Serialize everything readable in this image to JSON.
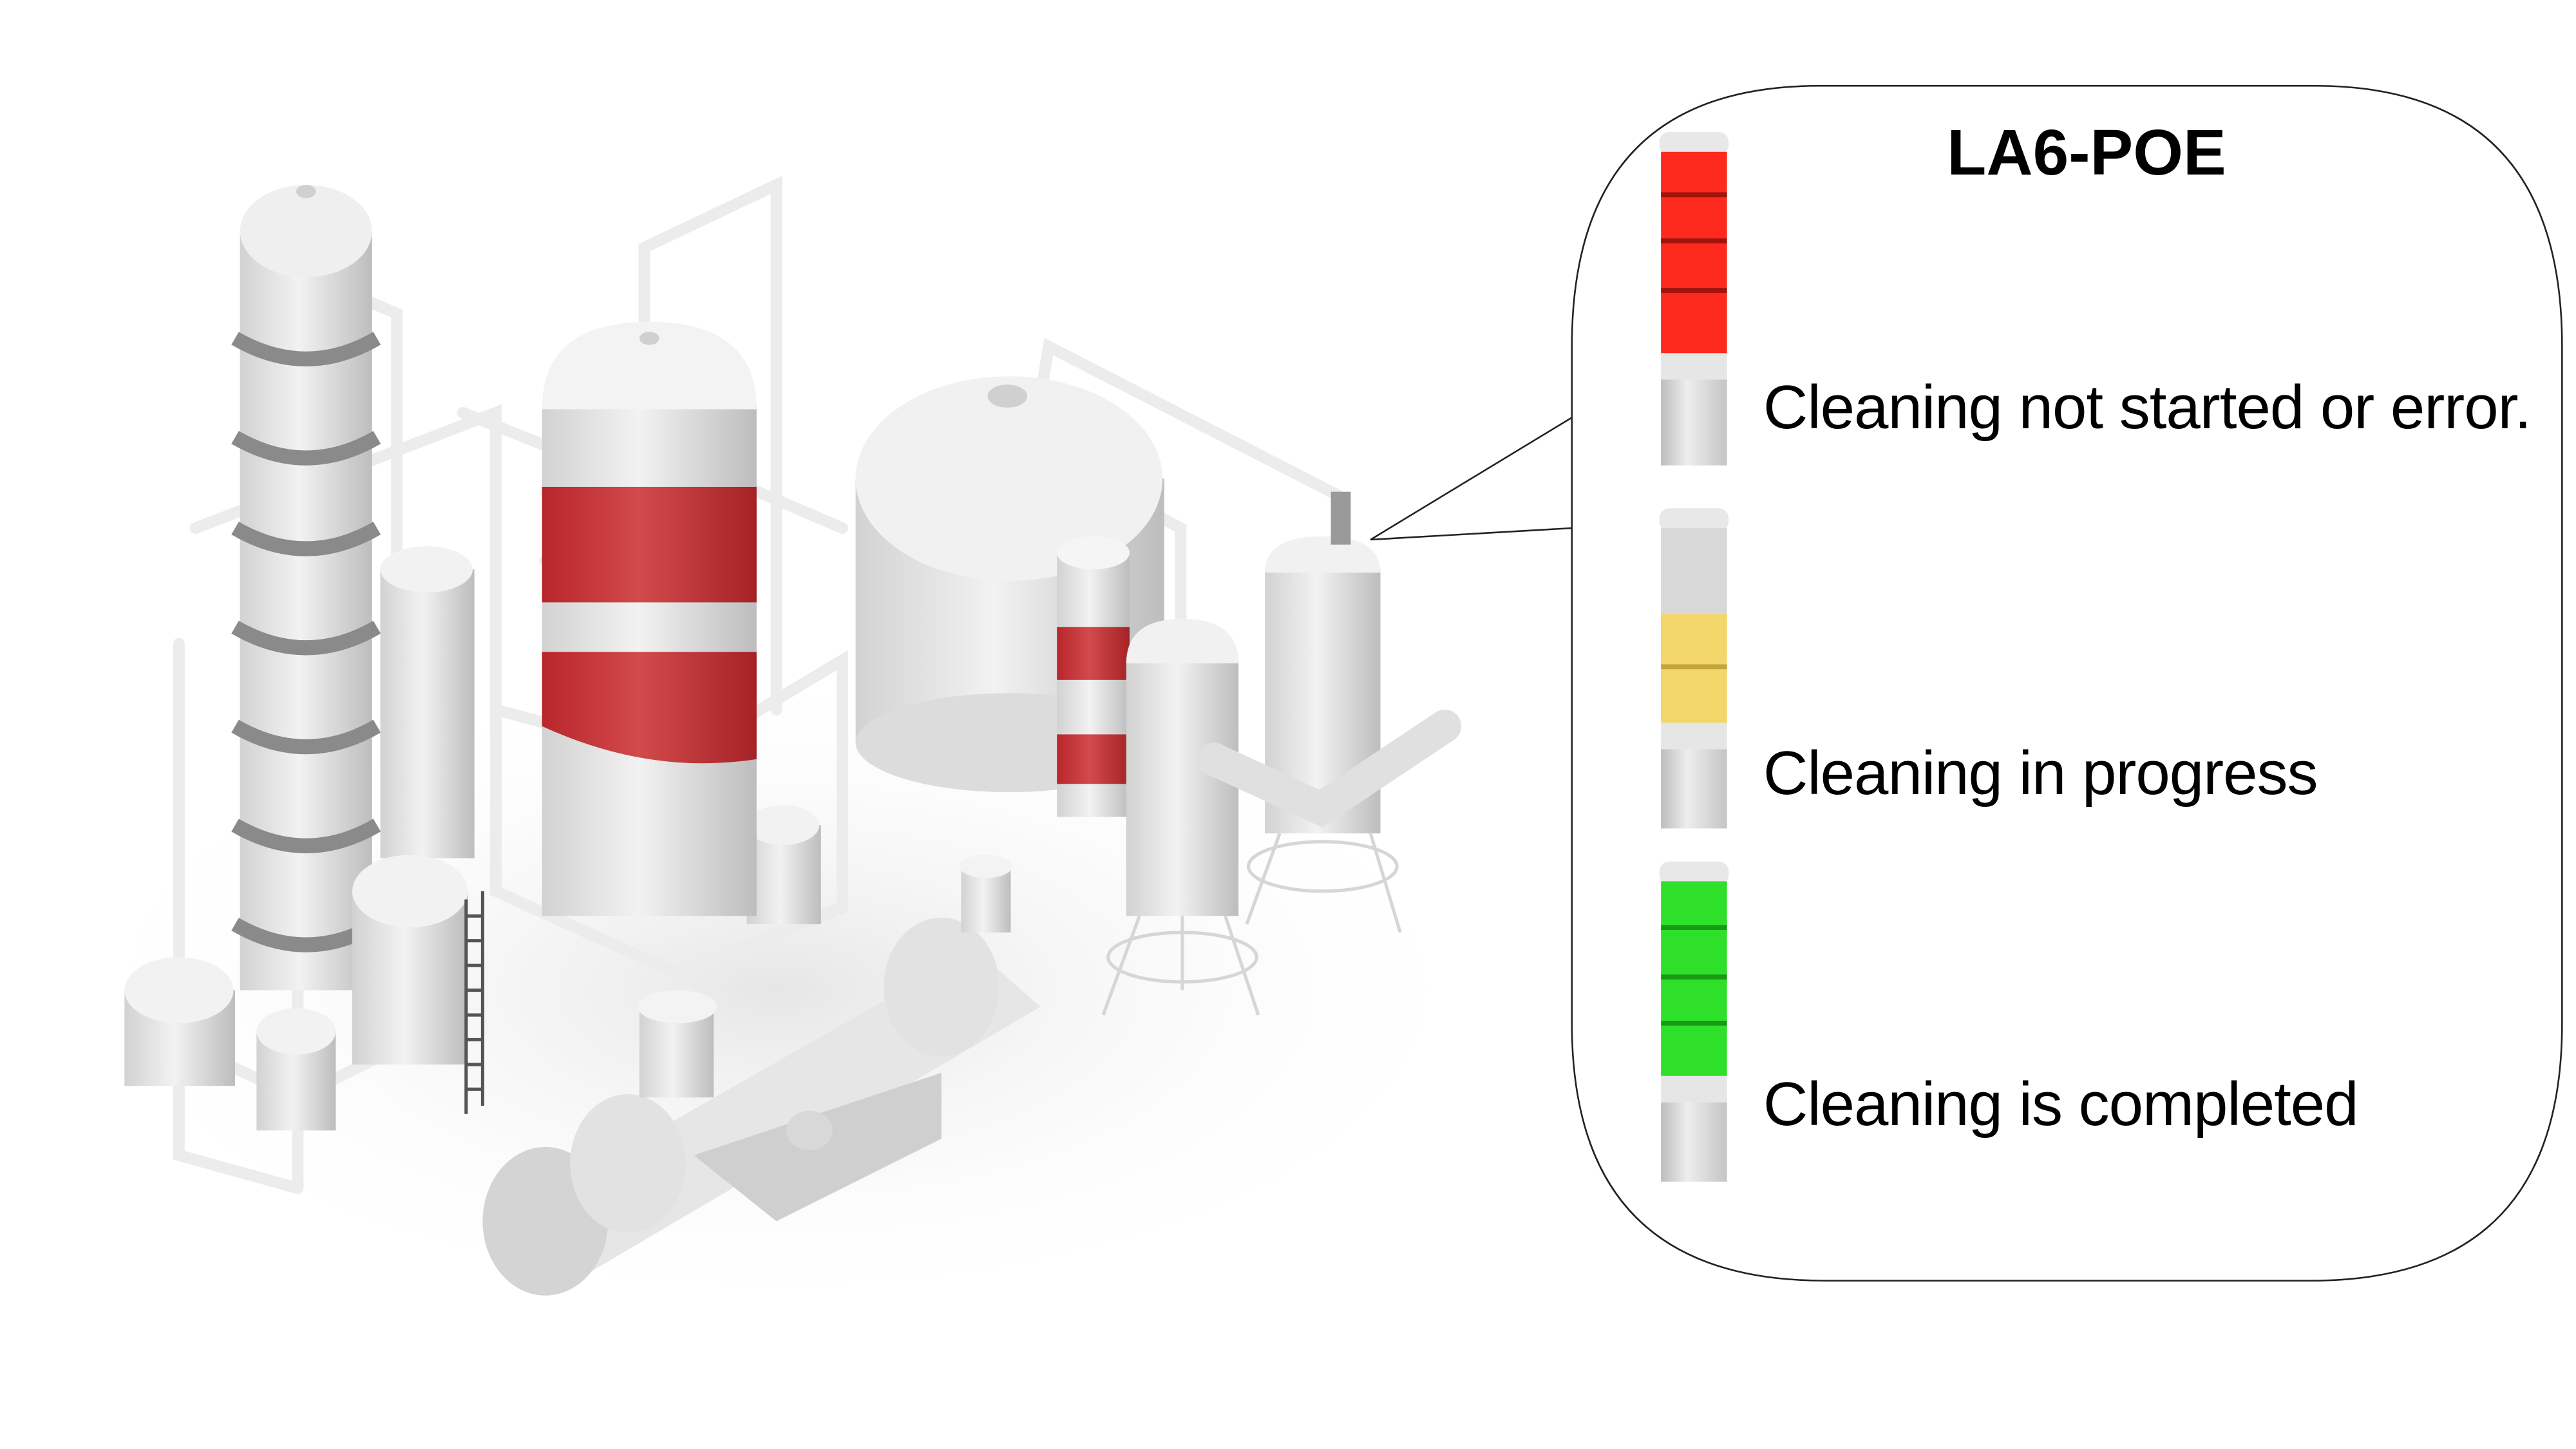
{
  "callout": {
    "title": "LA6-POE",
    "states": [
      {
        "label": "Cleaning not started or error.",
        "light_color": "#ff2a1e"
      },
      {
        "label": "Cleaning in progress",
        "light_color": "#f2d66a"
      },
      {
        "label": "Cleaning is completed",
        "light_color": "#2ee02a"
      }
    ]
  },
  "colors": {
    "stripe": "#c4393b",
    "equipment": "#e4e4e4"
  }
}
